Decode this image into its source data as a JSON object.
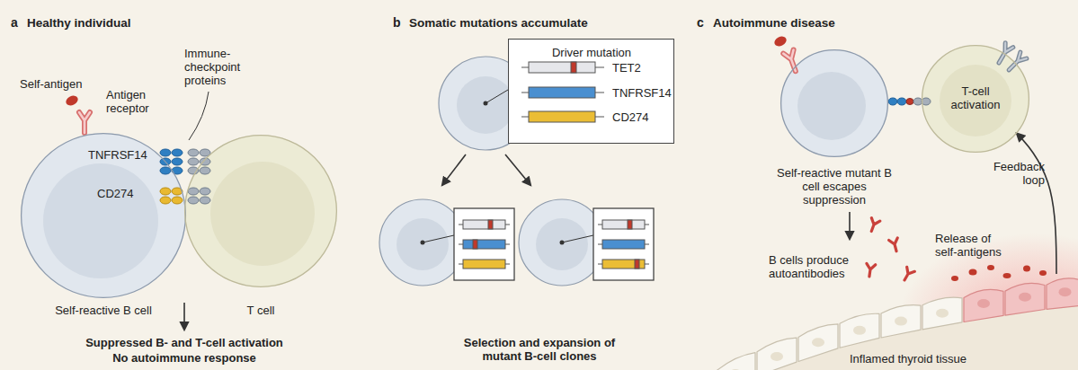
{
  "diagram": {
    "nodes": [
      {
        "text": [
          "Self-reactive B cell"
        ]
      },
      {
        "text": [
          "T cell"
        ]
      },
      {
        "text": [
          "Driver mutation",
          "TET2",
          "TNFRSF14",
          "CD274"
        ]
      },
      {
        "text": [
          "Self-reactive mutant B cell escapes suppression"
        ]
      },
      {
        "text": [
          "T-cell activation"
        ]
      },
      {
        "text": [
          "Inflamed thyroid tissue"
        ]
      }
    ],
    "edges": [
      {
        "from": 5,
        "to": 4,
        "arrow": "to",
        "label": "Feedback loop"
      }
    ],
    "labels": [
      "a",
      "Healthy individual",
      "Self-antigen",
      "Antigen receptor",
      "Immune-checkpoint proteins",
      "TNFRSF14",
      "CD274",
      "Suppressed B- and T-cell activation",
      "No autoimmune response",
      "b",
      "Somatic mutations accumulate",
      "Selection and expansion of mutant B-cell clones",
      "c",
      "Autoimmune disease",
      "B cells produce autoantibodies",
      "Release of self-antigens"
    ]
  }
}
